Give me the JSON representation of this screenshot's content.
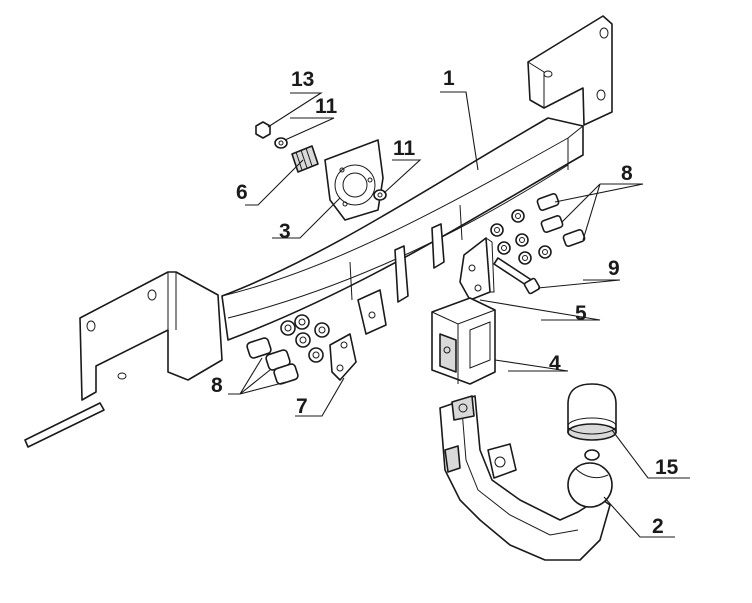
{
  "diagram": {
    "callouts": {
      "c1": "1",
      "c2": "2",
      "c3": "3",
      "c4": "4",
      "c5": "5",
      "c6": "6",
      "c7": "7",
      "c8a": "8",
      "c8b": "8",
      "c9": "9",
      "c11a": "11",
      "c11b": "11",
      "c13": "13",
      "c15": "15"
    },
    "colors": {
      "line": "#1a1a1a",
      "fill": "#ffffff",
      "shade": "#d9d9d9"
    }
  }
}
